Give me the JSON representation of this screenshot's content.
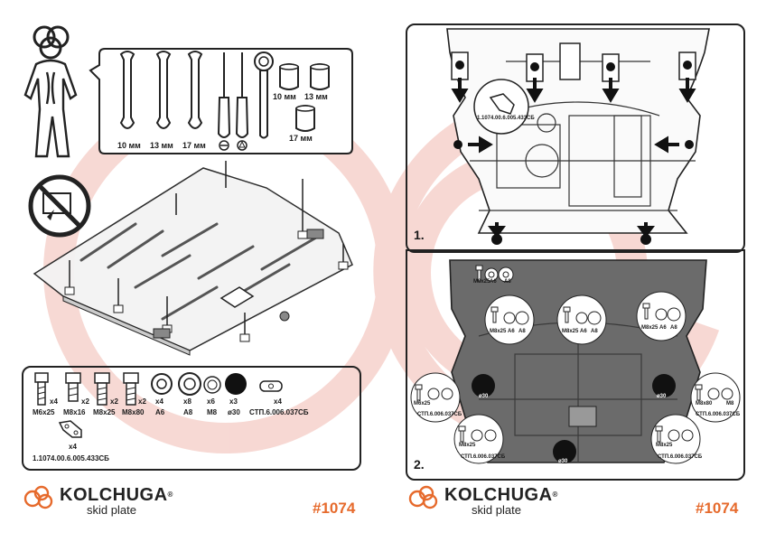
{
  "colors": {
    "accent": "#e66a2c",
    "watermark": "#f6d2cc",
    "ink": "#222222",
    "plate_fill": "#f3f3f3",
    "plate_dark": "#6b6b6b"
  },
  "tools": {
    "wrench_labels": [
      "10 мм",
      "13 мм",
      "17 мм"
    ],
    "socket_labels": [
      "10 мм",
      "13 мм",
      "17 мм"
    ],
    "icons": [
      "person-caution-icon",
      "no-engine-icon",
      "wrench-icon",
      "screwdriver-icon",
      "ratchet-icon",
      "socket-icon"
    ]
  },
  "hardware": {
    "items": [
      {
        "label": "M6x25",
        "count": "x4"
      },
      {
        "label": "M8x16",
        "count": "x2"
      },
      {
        "label": "M8x25",
        "count": "x2"
      },
      {
        "label": "M8x80",
        "count": "x2"
      },
      {
        "label": "A6",
        "count": "x4"
      },
      {
        "label": "A8",
        "count": "x8"
      },
      {
        "label": "M8",
        "count": "x6"
      },
      {
        "label": "ø30",
        "count": "x3"
      },
      {
        "label": "СТП.6.006.037СБ",
        "count": "x4"
      }
    ],
    "bracket": {
      "label": "1.1074.00.6.005.433СБ",
      "count": "x4"
    }
  },
  "step1": {
    "number": "1.",
    "callout": "1.1074.00.6.005.433СБ"
  },
  "step2": {
    "number": "2.",
    "m8_label": "M8x25",
    "a6_label": "A6",
    "a8_label": "A8",
    "m6_label": "M6x25",
    "m8x80_label": "M8x80",
    "m8_nut_label": "M8",
    "clip_label": "СТП.6.006.037СБ",
    "plug_label": "ø30"
  },
  "footer": {
    "brand": "KOLCHUGA",
    "reg": "®",
    "sub": "skid plate",
    "code": "#1074"
  }
}
